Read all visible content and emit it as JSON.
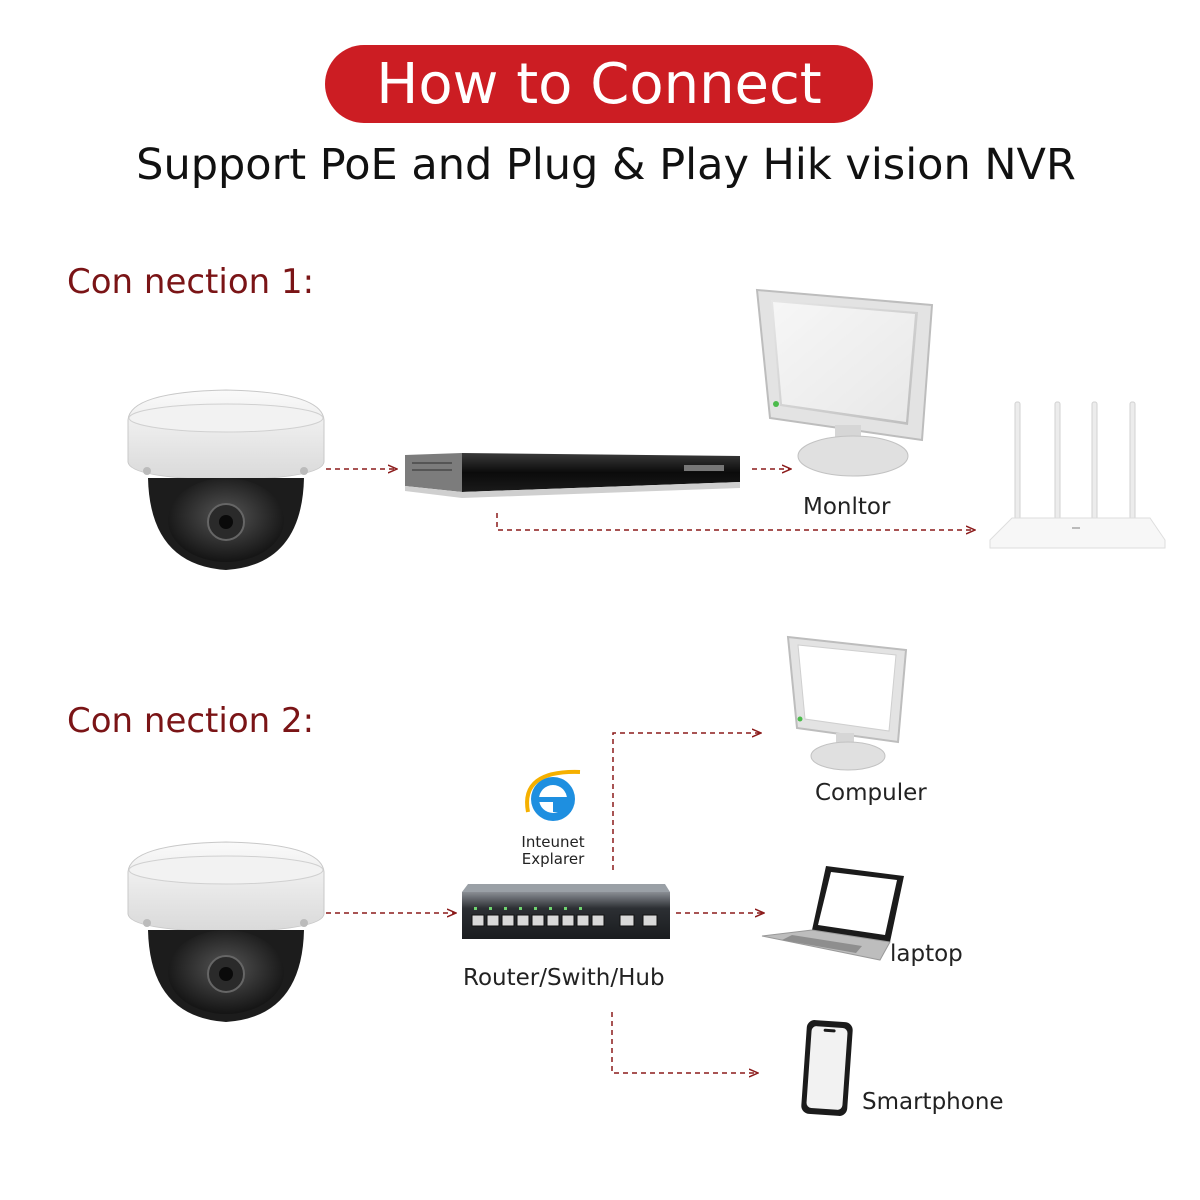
{
  "header": {
    "title": "How to Connect",
    "subtitle": "Support PoE and Plug & Play Hik vision NVR"
  },
  "connection1": {
    "label": "Con nection 1:",
    "monitor_label": "Monltor"
  },
  "connection2": {
    "label": "Con nection 2:",
    "ie_label_line1": "Inteunet",
    "ie_label_line2": "Explarer",
    "switch_label": "Router/Swith/Hub",
    "computer_label": "Compuler",
    "laptop_label": "laptop",
    "smartphone_label": "Smartphone"
  },
  "colors": {
    "accent": "#cc1d23",
    "section_label": "#7a1416",
    "connector": "#8b1a1a"
  },
  "icons": [
    "dome-camera-icon",
    "nvr-icon",
    "monitor-icon",
    "router-icon",
    "ie-icon",
    "switch-icon",
    "laptop-icon",
    "smartphone-icon"
  ]
}
